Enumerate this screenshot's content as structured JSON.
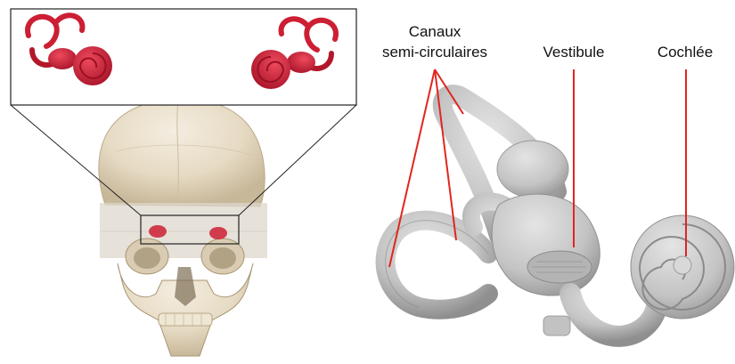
{
  "labels": {
    "canaux_line1": "Canaux",
    "canaux_line2": "semi-circulaires",
    "vestibule": "Vestibule",
    "cochlee": "Cochlée"
  },
  "colors": {
    "pointer": "#e0261f",
    "ear_red": "#cc1f33",
    "bone_ivory": "#e6dcc6",
    "ear_model_grey": "#c7c7c7",
    "inset_border": "#222222"
  },
  "icons": {
    "skull": "skull-illustration",
    "inner_ear_left_model": "inner-ear-red-model",
    "inner_ear_right_model": "inner-ear-red-model",
    "inner_ear_3d": "inner-ear-grey-3d-model"
  }
}
